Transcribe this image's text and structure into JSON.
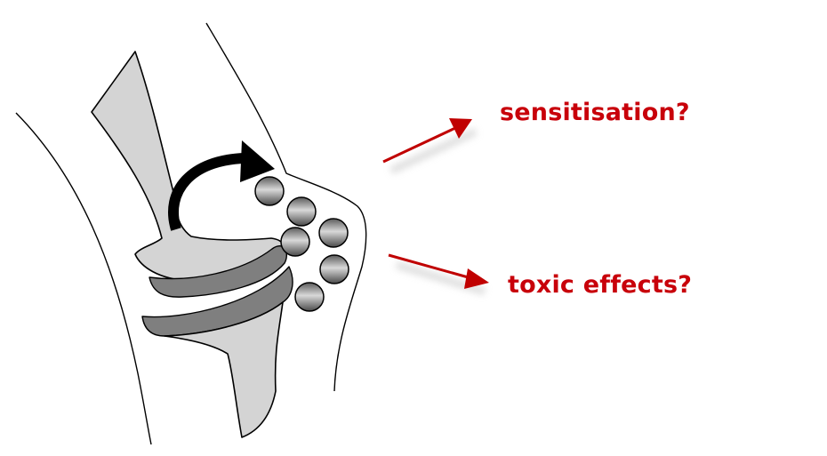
{
  "labels": {
    "sensitisation": "sensitisation?",
    "toxic_effects": "toxic effects?"
  },
  "colors": {
    "label": "#c8000a",
    "arrow_red": "#c00000",
    "bone_fill": "#d4d4d4",
    "implant_dark": "#808080",
    "outline": "#000000",
    "curved_arrow": "#000000"
  },
  "icons": {
    "rotation": "curved-arrow-icon",
    "outcome_arrows": "arrow-right-icon",
    "particles": "particle-sphere"
  }
}
